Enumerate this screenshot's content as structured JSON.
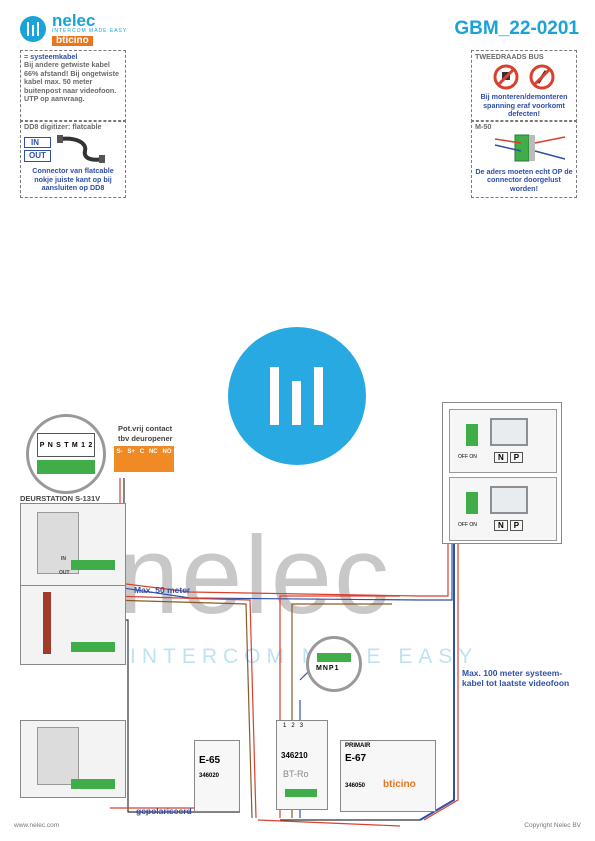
{
  "header": {
    "brand_name": "nelec",
    "brand_tagline": "INTERCOM MADE EASY",
    "brand_partner": "bticino",
    "doc_id": "GBM_22-0201"
  },
  "notes": {
    "cable": {
      "title": "= systeemkabel",
      "text": "Bij andere getwiste kabel 66% afstand! Bij ongetwiste kabel max. 50 meter buitenpost naar videofoon. UTP op aanvraag."
    },
    "dd8": {
      "title": "DD8 digitizer: flatcable",
      "in_label": "IN",
      "out_label": "OUT",
      "text": "Connector van flatcable nokje juiste kant op bij aansluiten op DD8"
    },
    "bus": {
      "title": "TWEEDRAADS BUS",
      "text": "Bij monteren/demonteren spanning eraf voorkomt defecten!"
    },
    "m50": {
      "title": "M-50",
      "text": "De aders moeten echt OP de connector doorgelust worden!"
    }
  },
  "door_station": {
    "title": "DEURSTATION S-131V",
    "dip_labels": [
      "P",
      "N",
      "S",
      "T",
      "M",
      "1",
      "2"
    ],
    "in_label": "IN",
    "out_label": "OUT"
  },
  "contact": {
    "title_line1": "Pot.vrij contact",
    "title_line2": "tbv deuropener",
    "terminals": [
      "S-",
      "S+",
      "C",
      "NC",
      "NO"
    ]
  },
  "labels": {
    "max50": "Max. 50 meter",
    "max100_line1": "Max. 100 meter systeem-",
    "max100_line2": "kabel tot laatste videofoon",
    "polarized": "gepolariseerd"
  },
  "modules": {
    "e65": {
      "name": "E-65",
      "code": "346020"
    },
    "bt": {
      "name": "346210",
      "sub": "BT-Ro",
      "pins": [
        "1",
        "2",
        "3"
      ],
      "zoom_labels": [
        "M",
        "N",
        "P",
        "1"
      ]
    },
    "e67": {
      "name": "E-67",
      "code": "346050",
      "top": "PRIMAIR",
      "brand": "bticino"
    }
  },
  "monitors": {
    "np_labels": [
      "N",
      "P"
    ],
    "off_label": "OFF ON"
  },
  "watermark": {
    "word": "nelec",
    "sub": "INTERCOM MADE EASY"
  },
  "footer": {
    "left": "www.nelec.com",
    "right": "Copyright Nelec BV"
  },
  "colors": {
    "brand_blue": "#1aa3d9",
    "note_blue": "#2f4fa8",
    "terminal_green": "#3fae49",
    "contact_orange": "#f08a24",
    "wire_red": "#d9402f",
    "wire_blue": "#2f4fa8"
  }
}
